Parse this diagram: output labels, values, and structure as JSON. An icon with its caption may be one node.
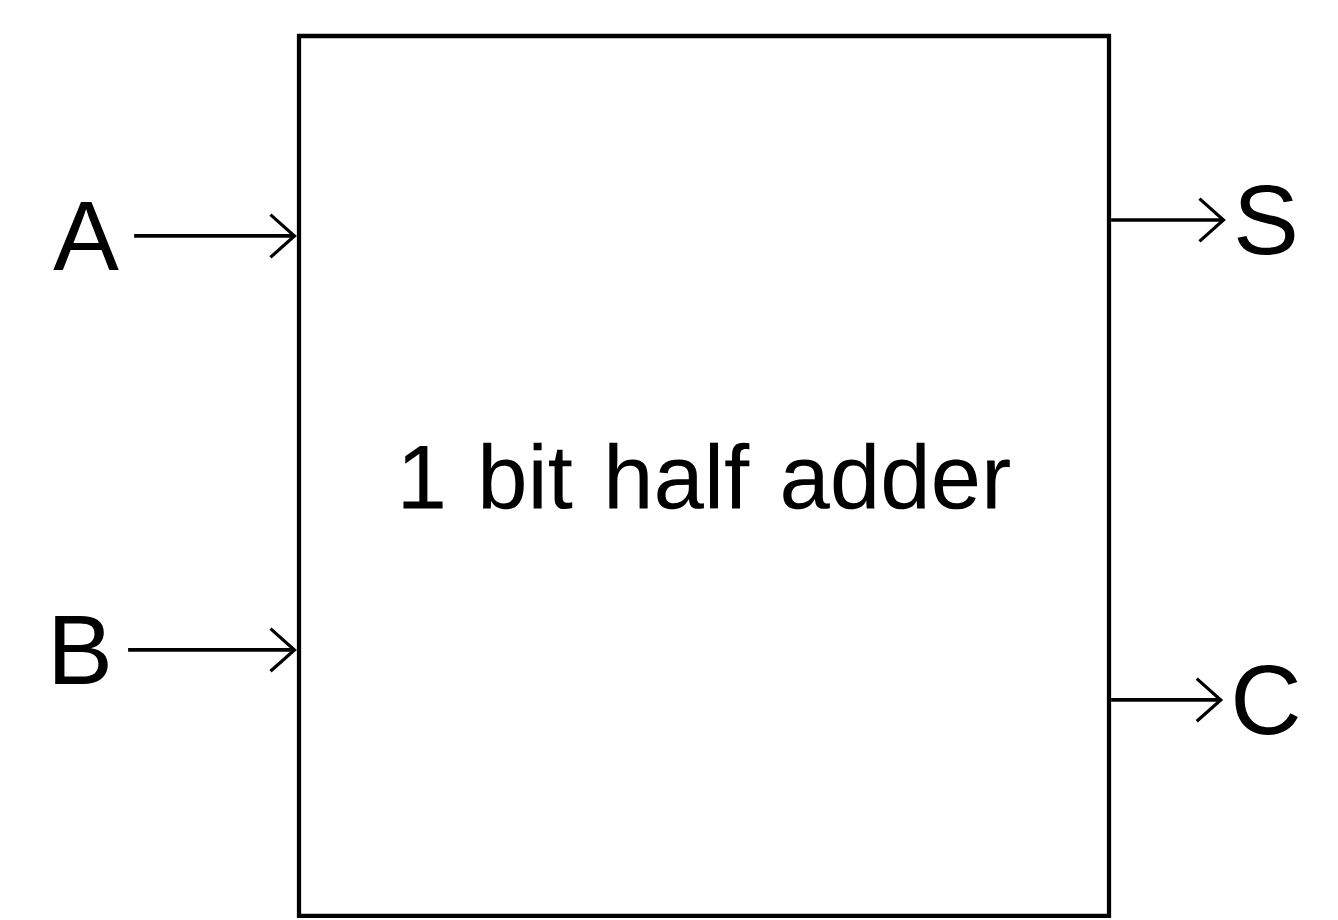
{
  "diagram": {
    "nodes": [
      {
        "text": [
          "1 bit half adder"
        ]
      },
      {
        "text": [
          "A"
        ]
      },
      {
        "text": [
          "B"
        ]
      },
      {
        "text": [
          "S"
        ]
      },
      {
        "text": [
          "C"
        ]
      }
    ],
    "edges": [
      {
        "from": 1,
        "to": 0,
        "arrow": "to"
      },
      {
        "from": 2,
        "to": 0,
        "arrow": "to"
      },
      {
        "from": 0,
        "to": 3,
        "arrow": "to"
      },
      {
        "from": 0,
        "to": 4,
        "arrow": "to"
      }
    ]
  }
}
